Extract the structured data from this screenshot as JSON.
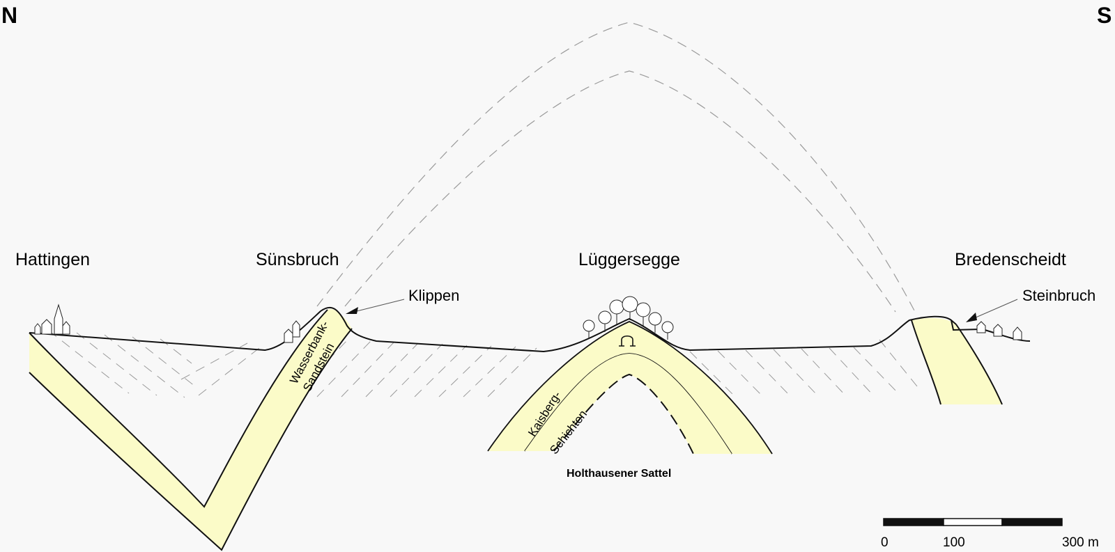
{
  "compass": {
    "north": "N",
    "south": "S"
  },
  "places": {
    "hattingen": "Hattingen",
    "suensbruch": "Sünsbruch",
    "lueggersegge": "Lüggersegge",
    "bredenscheidt": "Bredenscheidt"
  },
  "annotations": {
    "klippen": "Klippen",
    "steinbruch": "Steinbruch",
    "wasserbank_1": "Wasserbank-",
    "wasserbank_2": "Sandstein",
    "kaisberg_1": "Kaisberg-",
    "kaisberg_2": "Schichten",
    "sattel": "Holthausener Sattel"
  },
  "scale_bar": {
    "labels": [
      "0",
      "100",
      "300 m"
    ]
  },
  "colors": {
    "layer_fill": "#fbfbc8",
    "outline": "#111111",
    "dashed": "#9a9a9a",
    "background": "#f8f8f8"
  }
}
